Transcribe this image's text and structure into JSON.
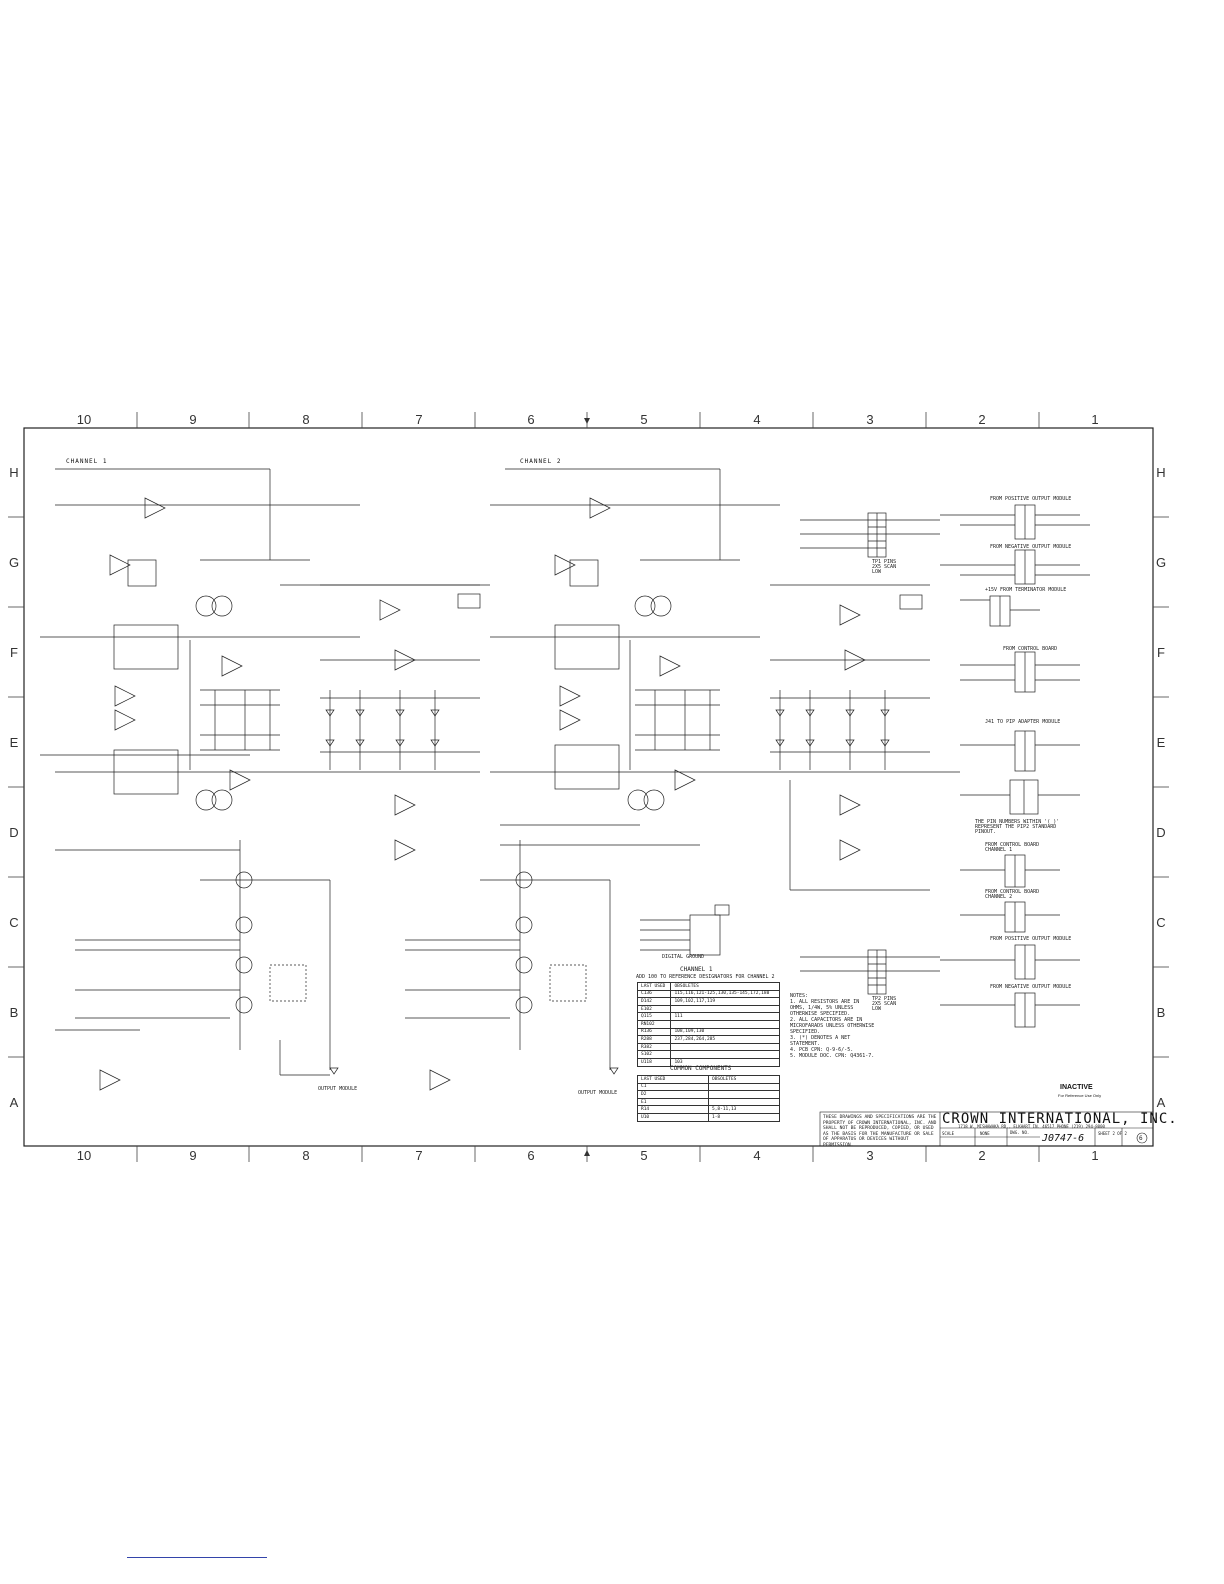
{
  "frame": {
    "zones_x": [
      "10",
      "9",
      "8",
      "7",
      "6",
      "5",
      "4",
      "3",
      "2",
      "1"
    ],
    "zones_y": [
      "H",
      "G",
      "F",
      "E",
      "D",
      "C",
      "B",
      "A"
    ]
  },
  "channels": {
    "ch1_title": "CHANNEL 1",
    "ch2_title": "CHANNEL 2"
  },
  "notes": {
    "title": "NOTES:",
    "items": [
      "1. ALL RESISTORS ARE IN OHMS, 1/4W, 5% UNLESS OTHERWISE SPECIFIED.",
      "2. ALL CAPACITORS ARE IN MICROFARADS UNLESS OTHERWISE SPECIFIED.",
      "3. (*) DENOTES A NET STATEMENT.",
      "4. PCB CPN: Q-9-6/-5.",
      "5. MODULE DOC. CPN: Q4361-7."
    ]
  },
  "channel1_table": {
    "title": "CHANNEL 1",
    "subtitle": "ADD 100 TO REFERENCE DESIGNATORS FOR CHANNEL 2",
    "headers": [
      "LAST USED",
      "OBSOLETES"
    ],
    "rows": [
      [
        "C136",
        "115,116,121-125,130,135-145,172,180"
      ],
      [
        "D142",
        "109,102,117,119"
      ],
      [
        "E102",
        ""
      ],
      [
        "Q115",
        "111"
      ],
      [
        "RN102",
        ""
      ],
      [
        "R136",
        "108,109,130"
      ],
      [
        "R288",
        "237,284,264,285"
      ],
      [
        "R382",
        ""
      ],
      [
        "S102",
        ""
      ],
      [
        "U118",
        "103"
      ]
    ]
  },
  "common_table": {
    "title": "COMMON COMPONENTS",
    "headers": [
      "LAST USED",
      "OBSOLETES"
    ],
    "rows": [
      [
        "C1",
        ""
      ],
      [
        "D2",
        ""
      ],
      [
        "E1",
        ""
      ],
      [
        "R14",
        "5,8-11,13"
      ],
      [
        "U10",
        "1-8"
      ]
    ]
  },
  "connectors": {
    "fpos1": "FROM POSITIVE OUTPUT MODULE",
    "fneg1": "FROM NEGATIVE OUTPUT MODULE",
    "ftermin": "+15V FROM TERMINATOR MODULE",
    "fcontrol": "FROM CONTROL BOARD",
    "fpip": "J41 TO PIP ADAPTER MODULE",
    "pinfo": "THE PIN NUMBERS WITHIN '( )' REPRESENT THE PIP2 STANDARD PINOUT.",
    "fctl1": "FROM CONTROL BOARD CHANNEL 1",
    "fctl2": "FROM CONTROL BOARD CHANNEL 2",
    "fpos2": "FROM POSITIVE OUTPUT MODULE",
    "fneg2": "FROM NEGATIVE OUTPUT MODULE",
    "tp1": "TP1 PINS 2X5 SCAN LOW",
    "tp2": "TP2 PINS 2X5 SCAN LOW",
    "out1": "OUTPUT MODULE",
    "out2": "OUTPUT MODULE",
    "dground": "DIGITAL GROUND"
  },
  "title_block": {
    "company": "CROWN INTERNATIONAL, INC.",
    "address": "1718 W. MISHAWAKA RD., ELKHART IN. 46517   PHONE (219) 294-8000",
    "dwg_no": "J0747-6",
    "sheet": "SHEET 2 OF 2",
    "rev": "6",
    "scale_label": "SCALE",
    "scale_value": "NONE",
    "dwg_label": "DWG. NO.",
    "proprietary": "THESE DRAWINGS AND SPECIFICATIONS ARE THE PROPERTY OF CROWN INTERNATIONAL, INC. AND SHALL NOT BE REPRODUCED, COPIED, OR USED AS THE BASIS FOR THE MANUFACTURE OR SALE OF APPARATUS OR DEVICES WITHOUT PERMISSION."
  },
  "stamp": {
    "title": "INACTIVE",
    "sub": "For Reference Use Only"
  }
}
